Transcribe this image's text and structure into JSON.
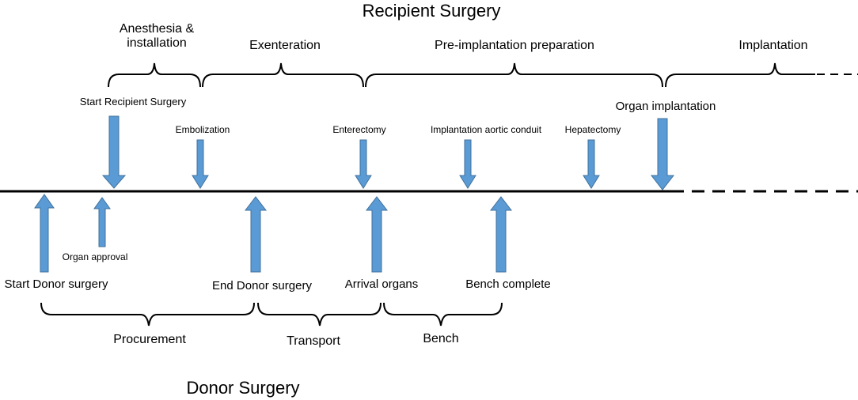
{
  "titles": {
    "recipient": "Recipient Surgery",
    "donor": "Donor Surgery"
  },
  "recipient_phases": [
    {
      "label_line1": "Anesthesia &",
      "label_line2": "installation"
    },
    {
      "label": "Exenteration"
    },
    {
      "label": "Pre-implantation preparation"
    },
    {
      "label": "Implantation"
    }
  ],
  "recipient_events": [
    {
      "label": "Start Recipient Surgery"
    },
    {
      "label": "Embolization"
    },
    {
      "label": "Enterectomy"
    },
    {
      "label": "Implantation aortic conduit"
    },
    {
      "label": "Hepatectomy"
    },
    {
      "label": "Organ implantation"
    }
  ],
  "donor_events": [
    {
      "label": "Start Donor surgery"
    },
    {
      "label": "Organ approval"
    },
    {
      "label": "End Donor surgery"
    },
    {
      "label": "Arrival organs"
    },
    {
      "label": "Bench complete"
    }
  ],
  "donor_phases": [
    {
      "label": "Procurement"
    },
    {
      "label": "Transport"
    },
    {
      "label": "Bench"
    }
  ],
  "colors": {
    "arrow_fill": "#5b9bd5",
    "arrow_stroke": "#41719c",
    "line": "#000000"
  }
}
